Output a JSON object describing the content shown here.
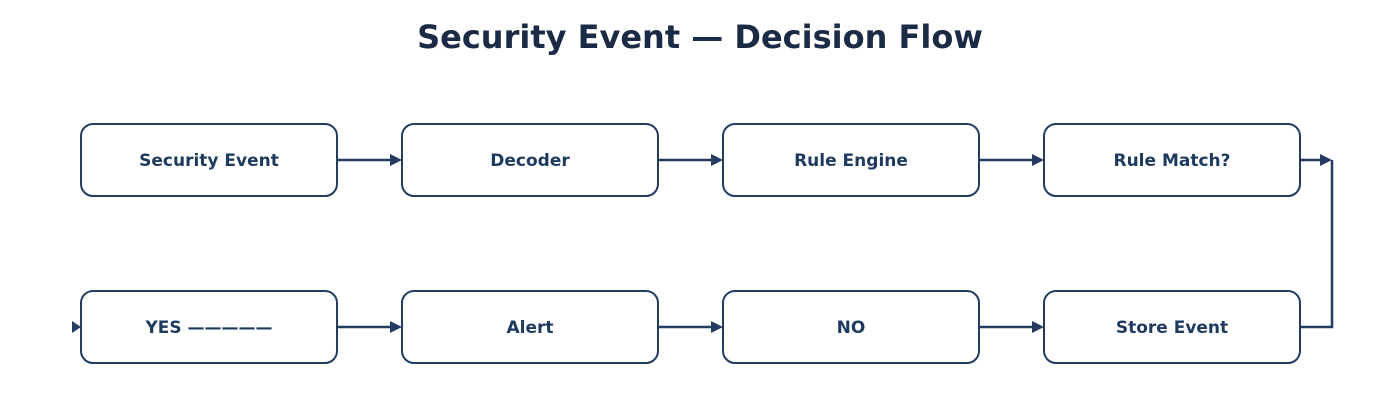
{
  "title": "Security Event — Decision Flow",
  "colors": {
    "title": "#1b2a45",
    "label": "#1e3a5f",
    "stroke": "#243c62",
    "background": "#ffffff"
  },
  "diagram": {
    "rows": [
      {
        "nodes": [
          {
            "id": "security-event",
            "label": "Security Event"
          },
          {
            "id": "decoder",
            "label": "Decoder"
          },
          {
            "id": "rule-engine",
            "label": "Rule Engine"
          },
          {
            "id": "rule-match",
            "label": "Rule Match?"
          }
        ]
      },
      {
        "nodes": [
          {
            "id": "yes",
            "label": "YES —————"
          },
          {
            "id": "alert",
            "label": "Alert"
          },
          {
            "id": "no",
            "label": "NO"
          },
          {
            "id": "store-event",
            "label": "Store Event"
          }
        ]
      }
    ],
    "edges": [
      {
        "from": "security-event",
        "to": "decoder"
      },
      {
        "from": "decoder",
        "to": "rule-engine"
      },
      {
        "from": "rule-engine",
        "to": "rule-match"
      },
      {
        "from": "rule-match",
        "to": "store-event"
      },
      {
        "from": "yes",
        "to": "alert"
      },
      {
        "from": "alert",
        "to": "no"
      },
      {
        "from": "no",
        "to": "store-event"
      }
    ]
  }
}
